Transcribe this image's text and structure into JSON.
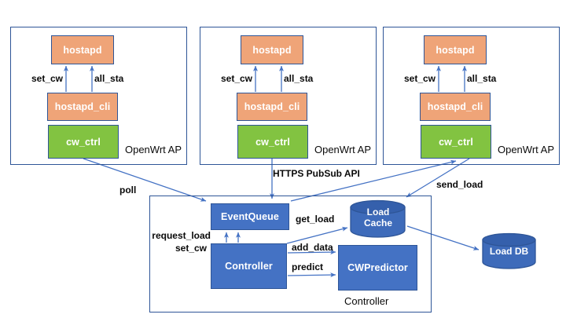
{
  "colors": {
    "border_navy": "#2E5597",
    "line_blue": "#4472C4",
    "box_blue": "#4472C4",
    "orange": "#EFA478",
    "green": "#82C341",
    "cyl_body": "#3E6BBA",
    "cyl_top": "#3560AC"
  },
  "aps": [
    {
      "container_label": "OpenWrt AP",
      "hostapd": "hostapd",
      "hostapd_cli": "hostapd_cli",
      "cw_ctrl": "cw_ctrl",
      "set_cw": "set_cw",
      "all_sta": "all_sta"
    },
    {
      "container_label": "OpenWrt AP",
      "hostapd": "hostapd",
      "hostapd_cli": "hostapd_cli",
      "cw_ctrl": "cw_ctrl",
      "set_cw": "set_cw",
      "all_sta": "all_sta"
    },
    {
      "container_label": "OpenWrt AP",
      "hostapd": "hostapd",
      "hostapd_cli": "hostapd_cli",
      "cw_ctrl": "cw_ctrl",
      "set_cw": "set_cw",
      "all_sta": "all_sta"
    }
  ],
  "controller": {
    "container_label": "Controller",
    "event_queue_label": "EventQueue",
    "controller_label": "Controller",
    "cw_predictor_label": "CWPredictor",
    "load_cache_label": "Load Cache"
  },
  "load_db_label": "Load DB",
  "edges": {
    "poll": "poll",
    "https_pubsub": "HTTPS PubSub API",
    "send_load": "send_load",
    "get_load": "get_load",
    "request_load": "request_load",
    "set_cw": "set_cw",
    "add_data": "add_data",
    "predict": "predict"
  }
}
